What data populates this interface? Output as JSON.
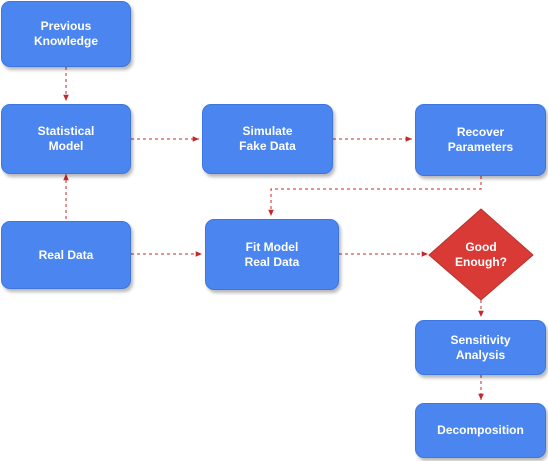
{
  "colors": {
    "node_fill": "#4a85f0",
    "decision_fill": "#d93a35",
    "edge": "#c62828"
  },
  "nodes": {
    "previous_knowledge": {
      "line1": "Previous",
      "line2": "Knowledge"
    },
    "statistical_model": {
      "line1": "Statistical",
      "line2": "Model"
    },
    "simulate_fake_data": {
      "line1": "Simulate",
      "line2": "Fake Data"
    },
    "recover_parameters": {
      "line1": "Recover",
      "line2": "Parameters"
    },
    "real_data": {
      "line1": "Real Data"
    },
    "fit_model": {
      "line1": "Fit Model",
      "line2": "Real Data"
    },
    "good_enough": {
      "line1": "Good",
      "line2": "Enough?"
    },
    "sensitivity_analysis": {
      "line1": "Sensitivity",
      "line2": "Analysis"
    },
    "decomposition": {
      "line1": "Decomposition"
    }
  }
}
